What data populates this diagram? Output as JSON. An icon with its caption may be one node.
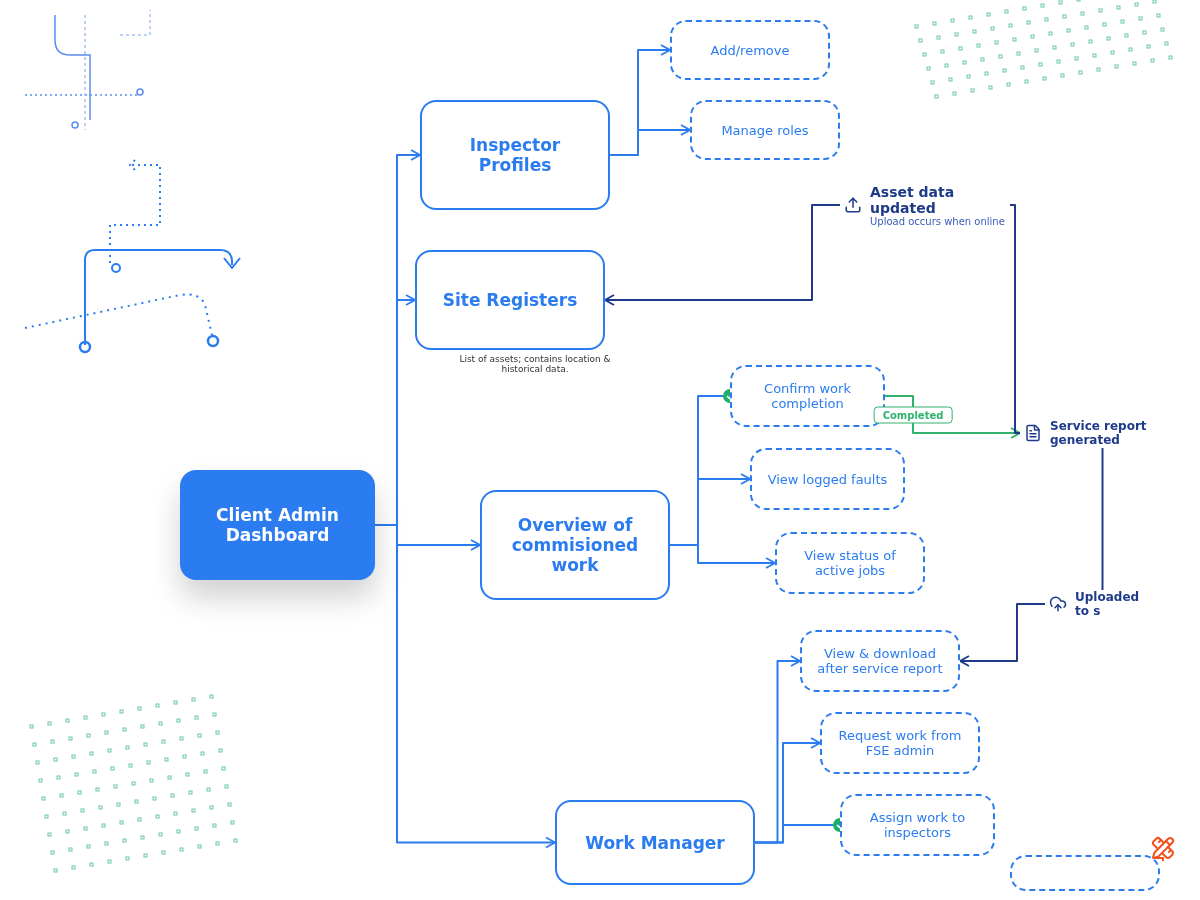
{
  "diagram": {
    "nodes": [
      {
        "text": [
          "Client Admin Dashboard"
        ]
      },
      {
        "text": [
          "Inspector Profiles"
        ]
      },
      {
        "text": [
          "Add/remove"
        ]
      },
      {
        "text": [
          "Manage roles"
        ]
      },
      {
        "text": [
          "Site Registers"
        ],
        "beside": [
          "List of assets; contains location & historical data."
        ]
      },
      {
        "text": [
          "Overview of commisioned work"
        ]
      },
      {
        "text": [
          "Confirm work completion"
        ]
      },
      {
        "text": [
          "View logged faults"
        ]
      },
      {
        "text": [
          "View status of active jobs"
        ]
      },
      {
        "text": [
          "Work Manager"
        ]
      },
      {
        "text": [
          "View & download after service report"
        ]
      },
      {
        "text": [
          "Request work from FSE admin"
        ]
      },
      {
        "text": [
          "Assign work to inspectors"
        ]
      },
      {
        "text": [],
        "shape": "box"
      },
      {
        "text": [
          "Asset data updated",
          "Upload occurs when online"
        ]
      },
      {
        "text": [
          "Service report generated"
        ]
      },
      {
        "text": [
          "Uploaded to s"
        ]
      },
      {
        "text": [],
        "shape": "picture"
      }
    ],
    "edges": [
      {
        "from": 0,
        "to": 1,
        "arrow": "to"
      },
      {
        "from": 0,
        "to": 4,
        "arrow": "to"
      },
      {
        "from": 0,
        "to": 5,
        "arrow": "to"
      },
      {
        "from": 0,
        "to": 9,
        "arrow": "to"
      },
      {
        "from": 1,
        "to": 2,
        "arrow": "to"
      },
      {
        "from": 1,
        "to": 3,
        "arrow": "to"
      },
      {
        "from": 5,
        "to": 6,
        "arrow": "other"
      },
      {
        "from": 5,
        "to": 7,
        "arrow": "to"
      },
      {
        "from": 5,
        "to": 8,
        "arrow": "to"
      },
      {
        "from": 6,
        "to": 15,
        "arrow": "to",
        "label": "Completed",
        "color": "#2fb36a"
      },
      {
        "from": 15,
        "to": 14,
        "arrow": "none",
        "color": "#1e3a8a"
      },
      {
        "from": 14,
        "to": 4,
        "arrow": "to",
        "color": "#1e3a8a"
      },
      {
        "from": 15,
        "to": 16,
        "arrow": "none",
        "color": "#1e3a8a"
      },
      {
        "from": 16,
        "to": 10,
        "arrow": "to",
        "color": "#1e3a8a"
      },
      {
        "from": 9,
        "to": 10,
        "arrow": "to"
      },
      {
        "from": 9,
        "to": 11,
        "arrow": "to"
      },
      {
        "from": 9,
        "to": 12,
        "arrow": "other"
      },
      {
        "from": 13,
        "to": 17,
        "arrow": "none",
        "color": "#f4511e"
      }
    ]
  }
}
